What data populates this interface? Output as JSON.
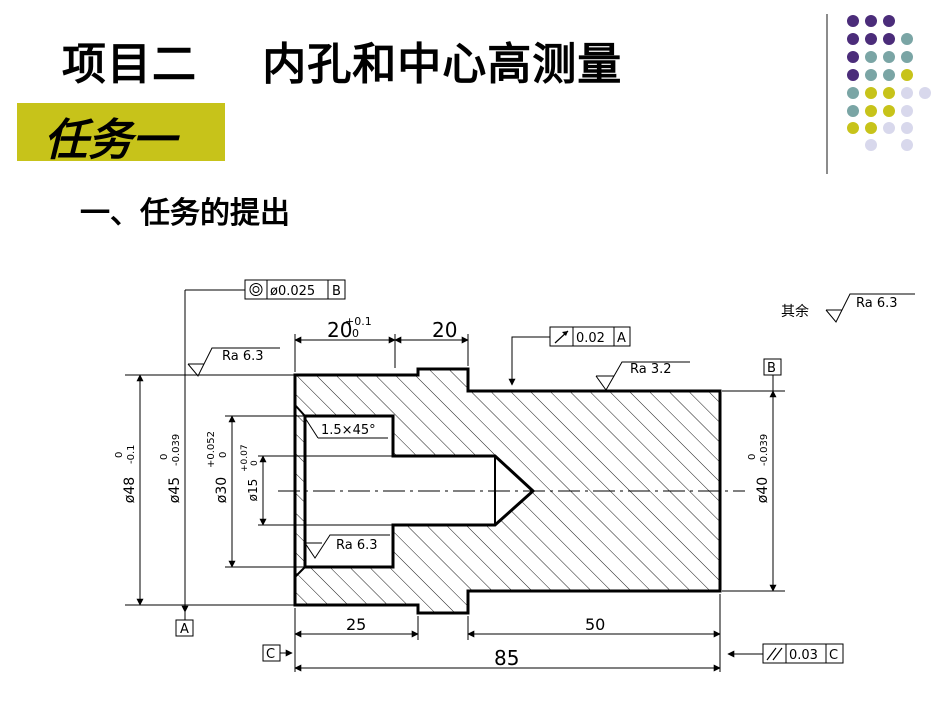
{
  "slide": {
    "title": "项目二    内孔和中心高测量",
    "task_label": "任务一",
    "subtitle": "一、任务的提出"
  },
  "decoration": {
    "colors": {
      "purple": "#4b2c7a",
      "teal": "#7aa5a5",
      "olive": "#c7c31a",
      "lavender": "#d8d8ec"
    }
  },
  "drawing": {
    "callout_concentricity": {
      "value": "ø0.025",
      "datum": "B"
    },
    "callout_runout": {
      "value": "0.02",
      "datum": "A"
    },
    "callout_parallel": {
      "value": "0.03",
      "datum": "C"
    },
    "general_roughness": {
      "prefix": "其余",
      "value": "Ra 6.3"
    },
    "roughness_left": "Ra 6.3",
    "roughness_top": "Ra 3.2",
    "roughness_bore": "Ra 6.3",
    "chamfer": "1.5×45°",
    "datum_a": "A",
    "datum_b": "B",
    "datum_c": "C",
    "dim_len_20_tol": "20",
    "tol_20_upper": "+0.1",
    "tol_20_lower": "0",
    "dim_len_20": "20",
    "dim_25": "25",
    "dim_50": "50",
    "dim_85": "85",
    "dia_48": "ø48",
    "dia_48_tol_up": "0",
    "dia_48_tol_low": "-0.1",
    "dia_45": "ø45",
    "dia_45_tol_up": "0",
    "dia_45_tol_low": "-0.039",
    "dia_30": "ø30",
    "dia_30_tol_up": "+0.052",
    "dia_30_tol_low": "0",
    "dia_15": "ø15",
    "dia_15_tol_up": "+0.07",
    "dia_15_tol_low": "0",
    "dia_40": "ø40",
    "dia_40_tol_up": "0",
    "dia_40_tol_low": "-0.039"
  }
}
